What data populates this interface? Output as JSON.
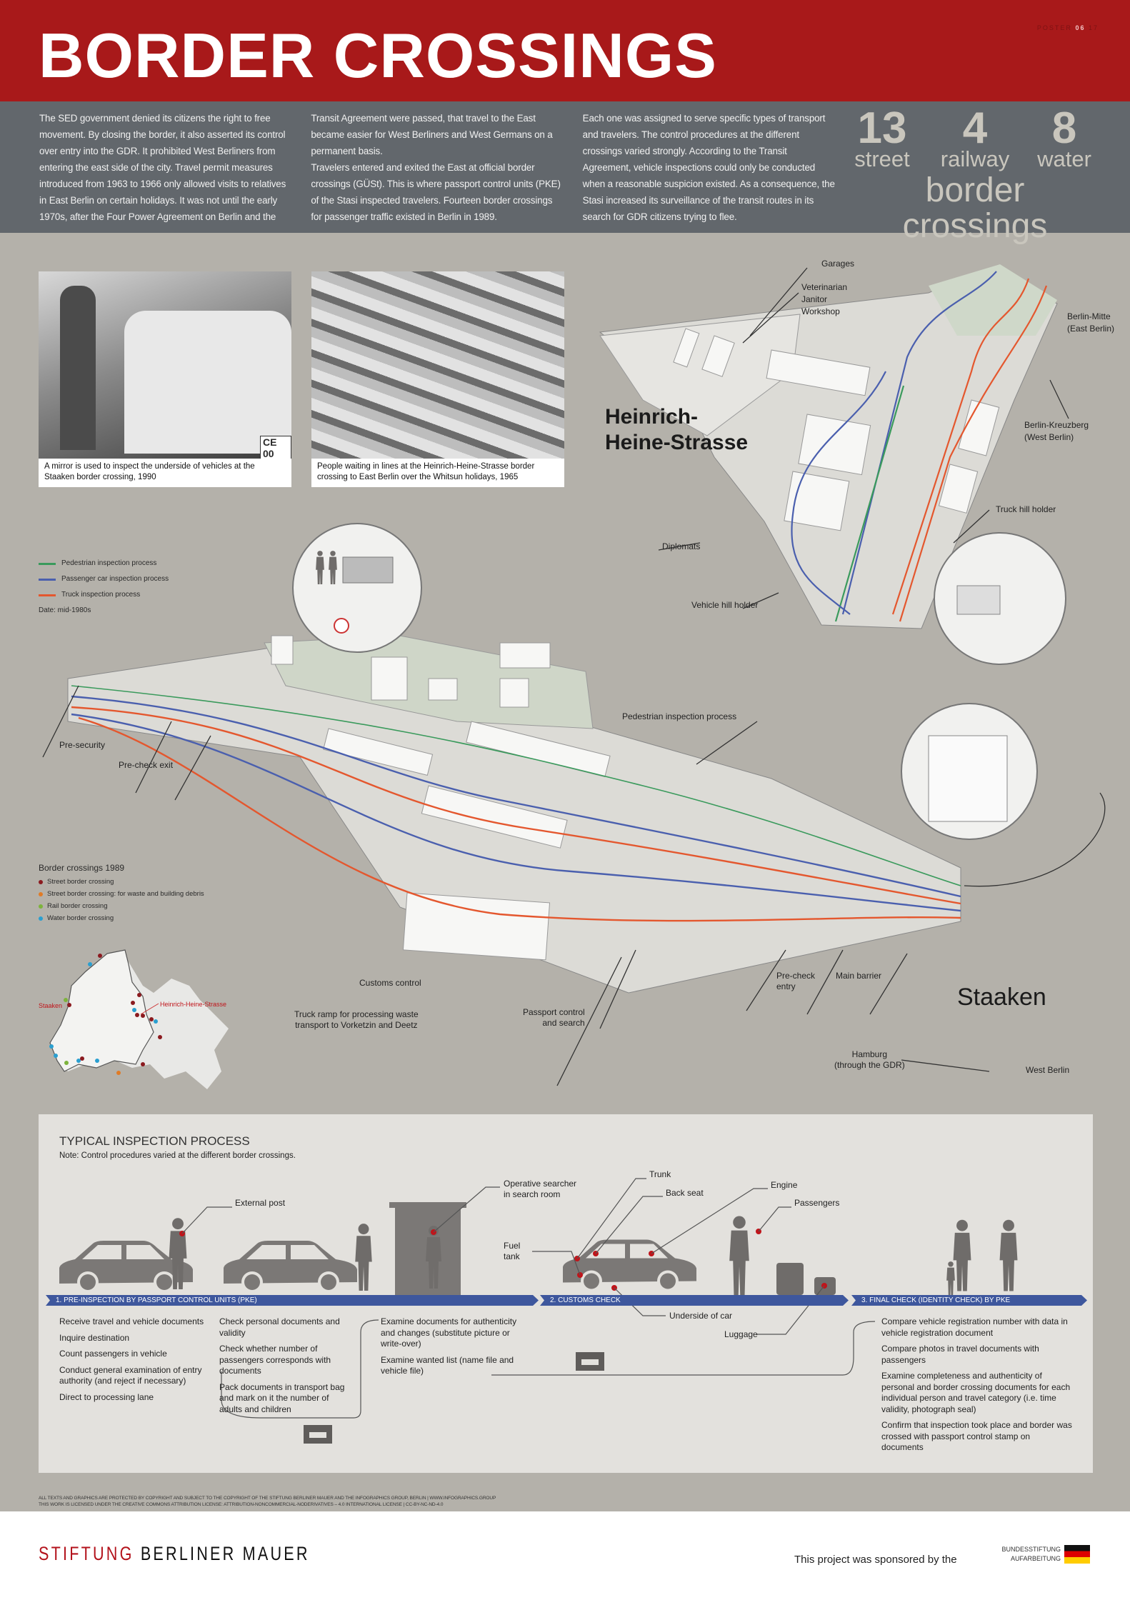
{
  "header": {
    "title": "BORDER CROSSINGS",
    "poster_label": "POSTER",
    "poster_number": "06",
    "poster_total": "17"
  },
  "intro": {
    "paragraphs": [
      "The SED government denied its citizens the right to free movement. By closing the border, it also asserted its control over entry into the GDR. It prohibited West Berliners from entering the east side of the city. Travel permit measures introduced from 1963 to 1966 only allowed visits to relatives in East Berlin on certain holidays. It was not until the early 1970s, after the Four Power Agreement on Berlin and the Transit Agreement were passed, that travel to the East became easier for West Berliners and West Germans on a permanent basis.",
      "Travelers entered and exited the East at official border crossings (GÜSt). This is where passport control units (PKE) of the Stasi inspected travelers.  Fourteen border crossings for passenger traffic existed in Berlin in 1989.",
      "Each one was assigned to serve specific types of transport and travelers.  The control procedures at the different crossings varied strongly. According to the Transit Agreement, vehicle inspections could only be conducted when a reasonable suspicion existed. As a consequence, the Stasi increased its surveillance of the transit routes in its search for GDR citizens trying to flee."
    ],
    "stats": [
      {
        "number": "13",
        "label": "street"
      },
      {
        "number": "4",
        "label": "railway"
      },
      {
        "number": "8",
        "label": "water"
      }
    ],
    "stats_caption": "border crossings"
  },
  "photos": [
    {
      "caption": "A mirror is used to inspect the underside of vehicles at the Staaken border crossing, 1990",
      "plate": "CE 00"
    },
    {
      "caption": "People waiting in lines at the Heinrich-Heine-Strasse border crossing to East Berlin over the Whitsun holidays, 1965"
    }
  ],
  "heinrich": {
    "title_1": "Heinrich-",
    "title_2": "Heine-Strasse",
    "labels": {
      "garages": "Garages",
      "vet": "Veterinarian",
      "janitor": "Janitor",
      "workshop": "Workshop",
      "mitte": "Berlin-Mitte",
      "mitte_sub": "(East Berlin)",
      "kreuzberg": "Berlin-Kreuzberg",
      "kreuzberg_sub": "(West Berlin)",
      "truck_hill": "Truck hill holder",
      "diplomats": "Diplomats",
      "vehicle_hill": "Vehicle hill holder"
    }
  },
  "legend": {
    "items": [
      {
        "label": "Pedestrian inspection process",
        "color": "#3a9a5c"
      },
      {
        "label": "Passenger car inspection process",
        "color": "#4a5fae"
      },
      {
        "label": "Truck inspection process",
        "color": "#e4572e"
      }
    ],
    "date": "Date: mid-1980s"
  },
  "staaken": {
    "title": "Staaken",
    "labels": {
      "pedestrian": "Pedestrian inspection process",
      "presecurity": "Pre-security",
      "precheck_exit": "Pre-check exit",
      "customs": "Customs control",
      "ramp_1": "Truck ramp for processing waste",
      "ramp_2": "transport to Vorketzin and Deetz",
      "passport_1": "Passport control",
      "passport_2": "and search",
      "precheck_entry_1": "Pre-check",
      "precheck_entry_2": "entry",
      "main_barrier": "Main barrier",
      "hamburg_1": "Hamburg",
      "hamburg_2": "(through the GDR)",
      "west_berlin": "West Berlin"
    }
  },
  "berlin_map": {
    "title": "Border crossings 1989",
    "legend": [
      {
        "label": "Street border crossing",
        "color": "#8b1a1f"
      },
      {
        "label": "Street border crossing: for waste and building debris",
        "color": "#e07b26"
      },
      {
        "label": "Rail border crossing",
        "color": "#7db33c"
      },
      {
        "label": "Water border crossing",
        "color": "#2a9fd0"
      }
    ],
    "label_staaken": "Staaken",
    "label_heinrich": "Heinrich-Heine-Strasse"
  },
  "inspection": {
    "title": "TYPICAL INSPECTION PROCESS",
    "note": "Note: Control procedures varied at the different border crossings.",
    "callouts": {
      "external_post": "External post",
      "searcher_1": "Operative searcher",
      "searcher_2": "in search room",
      "trunk": "Trunk",
      "back_seat": "Back seat",
      "engine": "Engine",
      "passengers": "Passengers",
      "fuel_1": "Fuel",
      "fuel_2": "tank",
      "underside": "Underside of car",
      "luggage": "Luggage"
    },
    "stages": [
      {
        "label": "1. PRE-INSPECTION BY PASSPORT CONTROL UNITS (PKE)"
      },
      {
        "label": "2. CUSTOMS CHECK"
      },
      {
        "label": "3. FINAL CHECK (IDENTITY CHECK) BY PKE"
      }
    ],
    "tasks_1": [
      "Receive travel and vehicle documents",
      "Inquire destination",
      "Count passengers in vehicle",
      "Conduct general examination of entry authority (and reject if necessary)",
      "Direct to processing lane"
    ],
    "tasks_2": [
      "Check personal documents and validity",
      "Check whether number of passengers corresponds with documents",
      "Pack documents in transport bag and mark on it the number of adults and children"
    ],
    "tasks_3": [
      "Examine documents for authenticity and changes (substitute picture or write-over)",
      "Examine wanted list (name file and vehicle file)"
    ],
    "tasks_4": [
      "Compare vehicle registration number with data in vehicle registration document",
      "Compare photos in travel documents with passengers",
      "Examine completeness and authenticity of personal and border crossing documents for each individual person and travel category (i.e. time validity, photograph seal)",
      "Confirm that inspection took place and border was crossed with passport control stamp on documents"
    ]
  },
  "footer": {
    "copyright_1": "ALL TEXTS AND GRAPHICS ARE PROTECTED BY COPYRIGHT AND SUBJECT TO THE COPYRIGHT OF THE STIFTUNG BERLINER MAUER AND THE INFOGRAPHICS GROUP, BERLIN | WWW.INFOGRAPHICS.GROUP",
    "copyright_2": "THIS WORK IS LICENSED UNDER THE CREATIVE COMMONS ATTRIBUTION LICENSE: ATTRIBUTION-NONCOMMERCIAL-NODERIVATIVES – 4.0 INTERNATIONAL LICENSE | CC-BY-NC-ND-4.0",
    "logo_red": "STIFTUNG",
    "logo_black": "BERLINER MAUER",
    "sponsor_text": "This project was sponsored by the",
    "sponsor_1": "BUNDESSTIFTUNG",
    "sponsor_2": "AUFARBEITUNG"
  },
  "colors": {
    "brand_red": "#a8191a",
    "intro_gray": "#62676c",
    "stage_blue": "#3e579d",
    "pedestrian": "#3a9a5c",
    "car": "#4a5fae",
    "truck": "#e4572e"
  }
}
